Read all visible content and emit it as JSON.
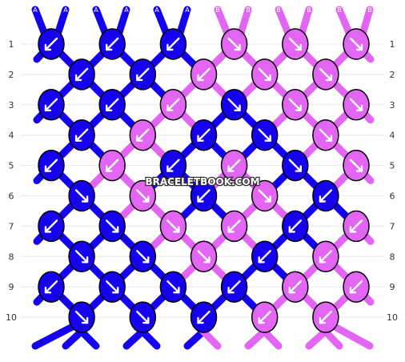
{
  "watermark": "BRACELETBOOK.COM",
  "colors": {
    "A": "#1500f0",
    "B": "#e266f3",
    "grid": "#e8e8e8",
    "arrow": "#ffffff",
    "label": "#333333"
  },
  "strands": {
    "top": [
      "A",
      "A",
      "A",
      "A",
      "A",
      "A",
      "B",
      "B",
      "B",
      "B",
      "B",
      "B"
    ],
    "bottom": [
      "A",
      "A",
      "A",
      "A",
      "A",
      "A",
      "B",
      "B",
      "B",
      "B",
      "B",
      "B"
    ]
  },
  "rows": [
    {
      "label": "1",
      "knots": [
        {
          "color": "A",
          "arrow": "down-left"
        },
        {
          "color": "A",
          "arrow": "down-left"
        },
        {
          "color": "A",
          "arrow": "down-left"
        },
        {
          "color": "B",
          "arrow": "down-right"
        },
        {
          "color": "B",
          "arrow": "down-right"
        },
        {
          "color": "B",
          "arrow": "down-right"
        }
      ]
    },
    {
      "label": "2",
      "knots": [
        {
          "color": "A",
          "arrow": "down-left"
        },
        {
          "color": "A",
          "arrow": "down-left"
        },
        {
          "color": "B",
          "arrow": "down-left"
        },
        {
          "color": "B",
          "arrow": "down-right"
        },
        {
          "color": "B",
          "arrow": "down-right"
        }
      ]
    },
    {
      "label": "3",
      "knots": [
        {
          "color": "A",
          "arrow": "down-left"
        },
        {
          "color": "A",
          "arrow": "down-left"
        },
        {
          "color": "B",
          "arrow": "down-left"
        },
        {
          "color": "A",
          "arrow": "down-right"
        },
        {
          "color": "B",
          "arrow": "down-right"
        },
        {
          "color": "B",
          "arrow": "down-right"
        }
      ]
    },
    {
      "label": "4",
      "knots": [
        {
          "color": "A",
          "arrow": "down-left"
        },
        {
          "color": "B",
          "arrow": "down-left"
        },
        {
          "color": "A",
          "arrow": "down-left"
        },
        {
          "color": "A",
          "arrow": "down-right"
        },
        {
          "color": "B",
          "arrow": "down-right"
        }
      ]
    },
    {
      "label": "5",
      "knots": [
        {
          "color": "A",
          "arrow": "down-left"
        },
        {
          "color": "B",
          "arrow": "down-left"
        },
        {
          "color": "A",
          "arrow": "down-left"
        },
        {
          "color": "B",
          "arrow": "down-left"
        },
        {
          "color": "A",
          "arrow": "down-right"
        },
        {
          "color": "B",
          "arrow": "down-right"
        }
      ]
    },
    {
      "label": "6",
      "knots": [
        {
          "color": "A",
          "arrow": "down-right"
        },
        {
          "color": "B",
          "arrow": "down-right"
        },
        {
          "color": "A",
          "arrow": "down-left"
        },
        {
          "color": "B",
          "arrow": "down-right"
        },
        {
          "color": "A",
          "arrow": "down-left"
        }
      ]
    },
    {
      "label": "7",
      "knots": [
        {
          "color": "A",
          "arrow": "down-left"
        },
        {
          "color": "A",
          "arrow": "down-right"
        },
        {
          "color": "B",
          "arrow": "down-right"
        },
        {
          "color": "B",
          "arrow": "down-left"
        },
        {
          "color": "A",
          "arrow": "down-left"
        },
        {
          "color": "B",
          "arrow": "down-left"
        }
      ]
    },
    {
      "label": "8",
      "knots": [
        {
          "color": "A",
          "arrow": "down-right"
        },
        {
          "color": "A",
          "arrow": "down-right"
        },
        {
          "color": "B",
          "arrow": "down-right"
        },
        {
          "color": "A",
          "arrow": "down-left"
        },
        {
          "color": "B",
          "arrow": "down-left"
        }
      ]
    },
    {
      "label": "9",
      "knots": [
        {
          "color": "A",
          "arrow": "down-left"
        },
        {
          "color": "A",
          "arrow": "down-right"
        },
        {
          "color": "A",
          "arrow": "down-right"
        },
        {
          "color": "A",
          "arrow": "down-left"
        },
        {
          "color": "B",
          "arrow": "down-left"
        },
        {
          "color": "B",
          "arrow": "down-left"
        }
      ]
    },
    {
      "label": "10",
      "knots": [
        {
          "color": "A",
          "arrow": "down-right"
        },
        {
          "color": "A",
          "arrow": "down-right"
        },
        {
          "color": "A",
          "arrow": "down-left"
        },
        {
          "color": "B",
          "arrow": "down-left"
        },
        {
          "color": "B",
          "arrow": "down-left"
        }
      ]
    }
  ]
}
